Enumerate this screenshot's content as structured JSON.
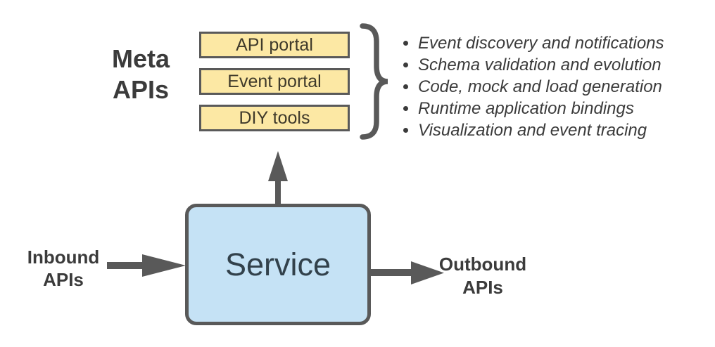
{
  "meta": {
    "line1": "Meta",
    "line2": "APIs"
  },
  "portals": [
    {
      "label": "API portal"
    },
    {
      "label": "Event portal"
    },
    {
      "label": "DIY tools"
    }
  ],
  "features": [
    "Event discovery and notifications",
    "Schema validation and evolution",
    "Code, mock and load generation",
    "Runtime application bindings",
    "Visualization and event tracing"
  ],
  "service": {
    "label": "Service"
  },
  "inbound": {
    "line1": "Inbound",
    "line2": "APIs"
  },
  "outbound": {
    "line1": "Outbound",
    "line2": "APIs"
  },
  "colors": {
    "portal_fill": "#FCE8A4",
    "service_fill": "#C5E2F5",
    "stroke_gray": "#595959",
    "text_dark": "#3B3B3B"
  }
}
